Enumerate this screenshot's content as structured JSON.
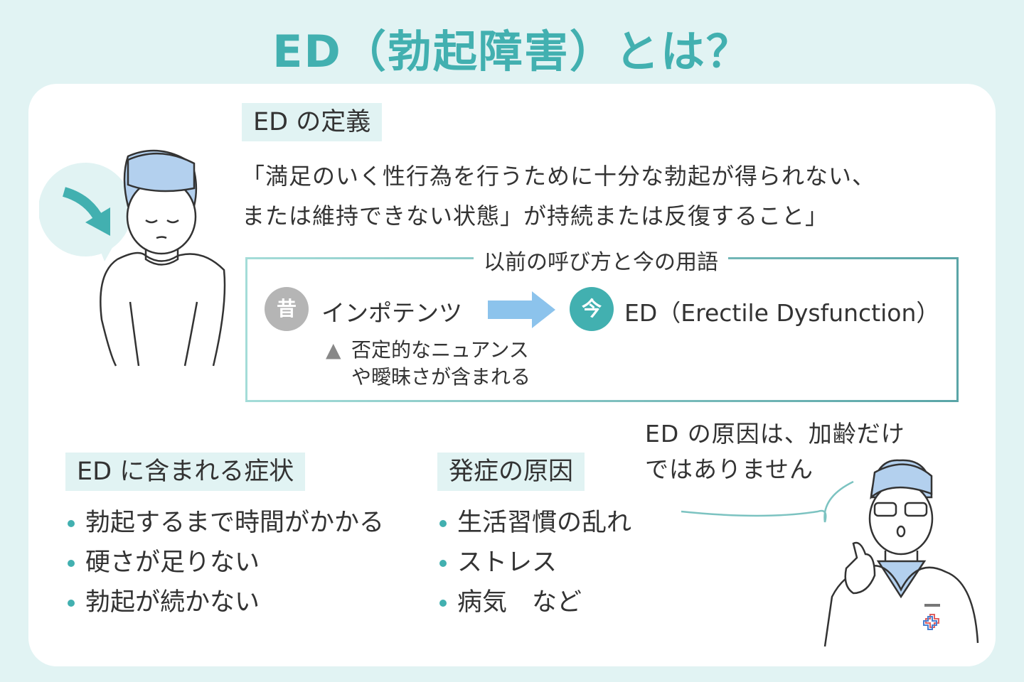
{
  "title": "ED（勃起障害）とは？",
  "definition": {
    "label": "ED の定義",
    "line1": "「満足のいく性行為を行うために十分な勃起が得られない、",
    "line2": "または維持できない状態」が持続または反復すること」"
  },
  "terms": {
    "legend": "以前の呼び方と今の用語",
    "old_badge": "昔",
    "old_term": "インポテンツ",
    "new_badge": "今",
    "new_term": "ED（Erectile Dysfunction）",
    "note_mark": "▲",
    "note_line1": "否定的なニュアンス",
    "note_line2": "や曖昧さが含まれる",
    "colors": {
      "old": "#b5b5b5",
      "new": "#42b0b0",
      "arrow": "#8cc3ec"
    }
  },
  "symptoms": {
    "label": "ED に含まれる症状",
    "items": [
      "勃起するまで時間がかかる",
      "硬さが足りない",
      "勃起が続かない"
    ]
  },
  "causes": {
    "label": "発症の原因",
    "items": [
      "生活習慣の乱れ",
      "ストレス",
      "病気　など"
    ]
  },
  "speech": {
    "line1": "ED の原因は、加齢だけ",
    "line2": "ではありません"
  }
}
